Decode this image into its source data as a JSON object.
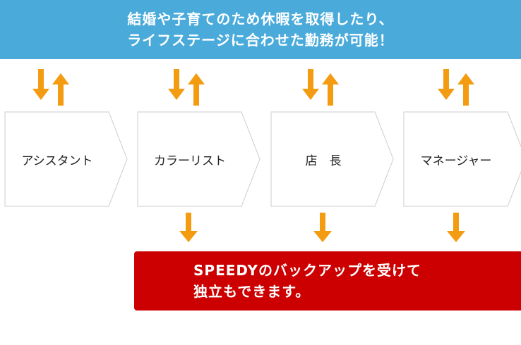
{
  "top_banner": {
    "line1": "結婚や子育てのため休暇を取得したり、",
    "line2": "ライフステージに合わせた勤務が可能！"
  },
  "stages": [
    {
      "label": "アシスタント"
    },
    {
      "label": "カラーリスト"
    },
    {
      "label": "店　長"
    },
    {
      "label": "マネージャー"
    }
  ],
  "bottom_banner": {
    "line1": "SPEEDYのバックアップを受けて",
    "line2": "独立もできます。"
  },
  "colors": {
    "top_banner": "#4aabdb",
    "arrow": "#f39c12",
    "bottom_banner": "#cc0000",
    "stage_border": "#cccccc"
  }
}
